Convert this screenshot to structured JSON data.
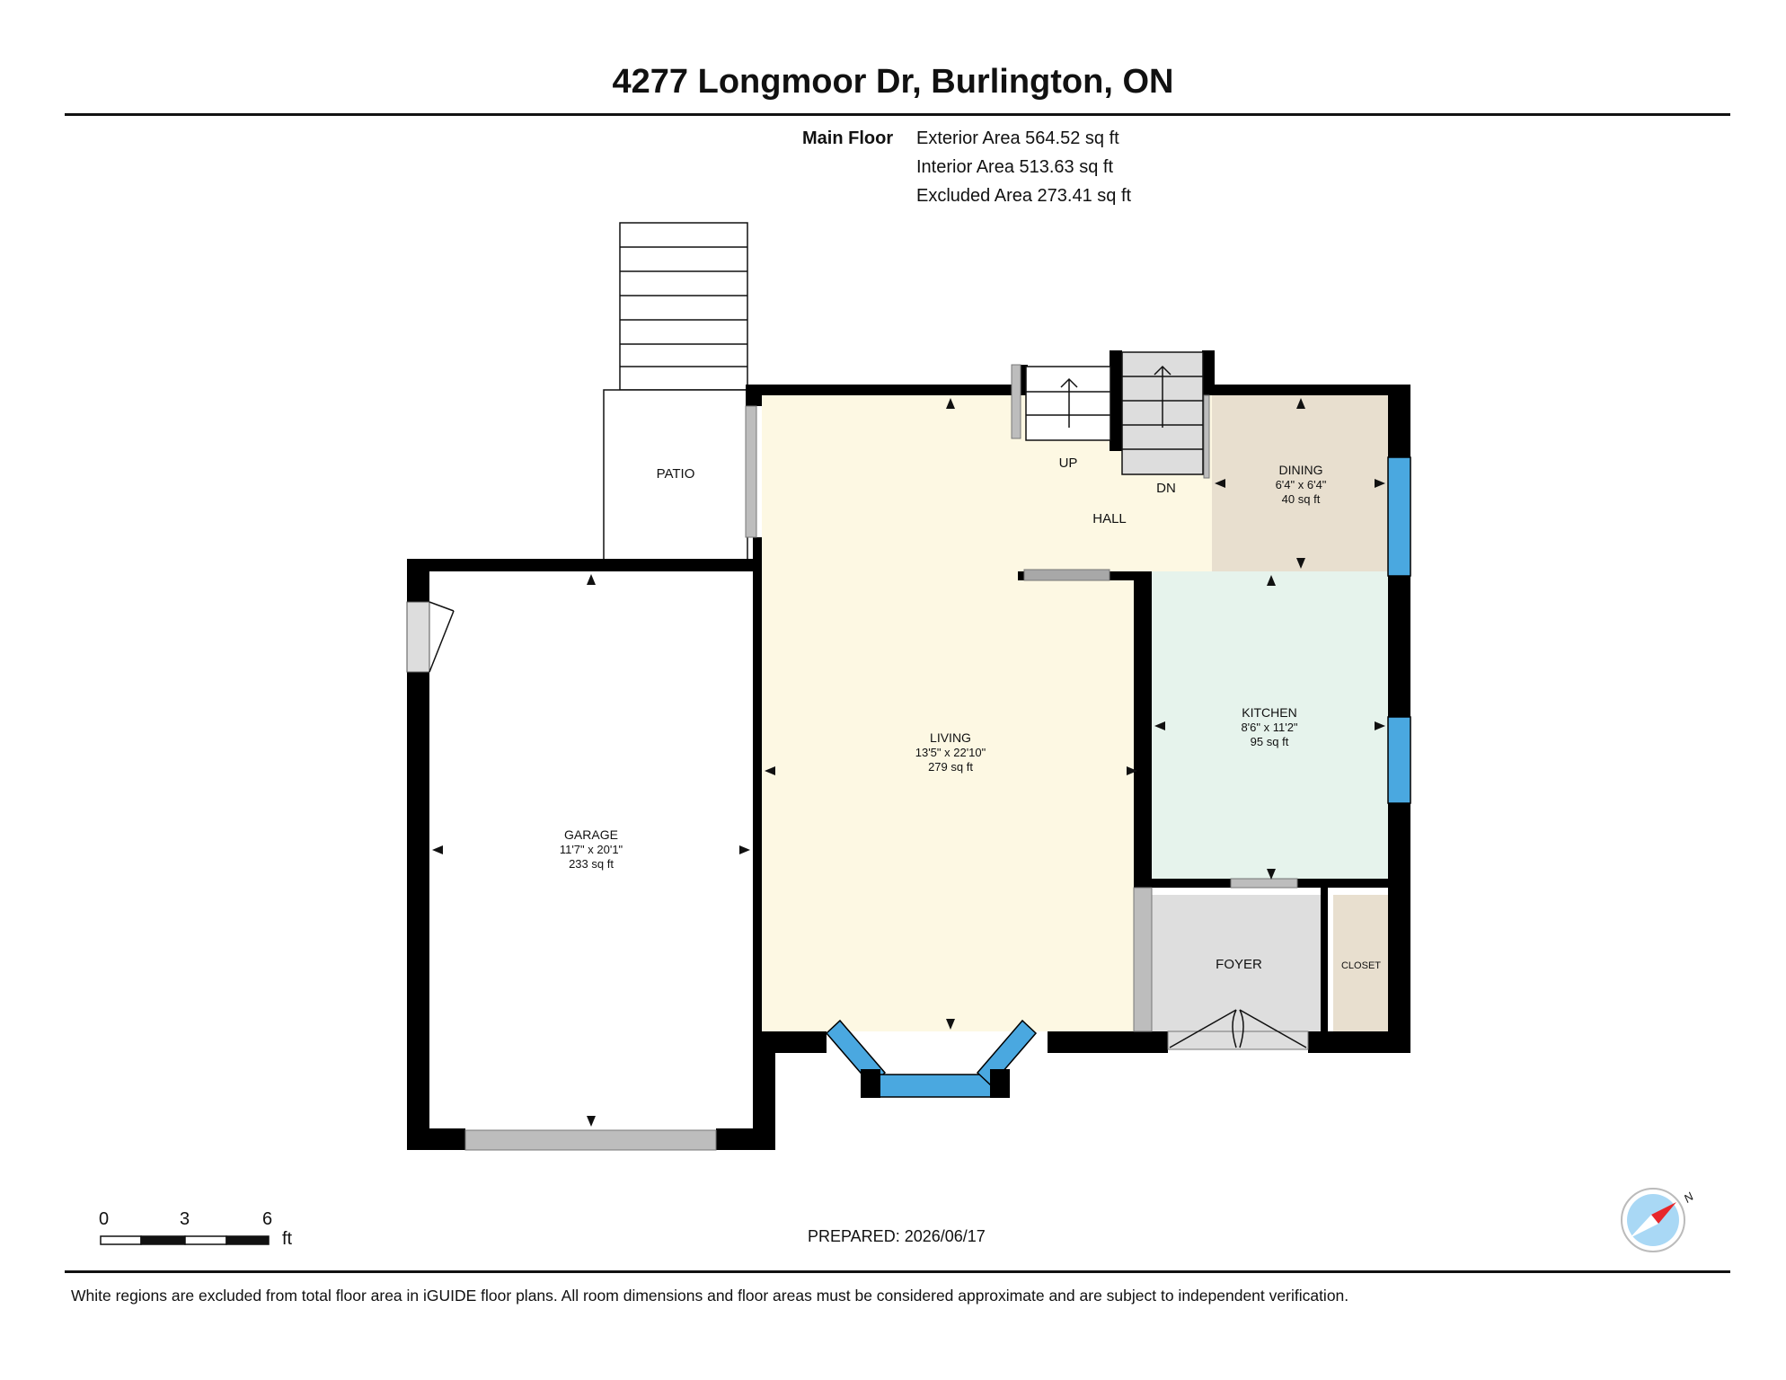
{
  "header": {
    "title": "4277 Longmoor Dr, Burlington, ON"
  },
  "summary": {
    "floor_label": "Main Floor",
    "exterior_area": "Exterior Area 564.52 sq ft",
    "interior_area": "Interior Area 513.63 sq ft",
    "excluded_area": "Excluded Area 273.41 sq ft"
  },
  "rooms": {
    "patio": {
      "name": "PATIO"
    },
    "hall": {
      "name": "HALL"
    },
    "up": {
      "name": "UP"
    },
    "dn": {
      "name": "DN"
    },
    "dining": {
      "name": "DINING",
      "dims": "6'4\" x 6'4\"",
      "area": "40 sq ft"
    },
    "living": {
      "name": "LIVING",
      "dims": "13'5\" x 22'10\"",
      "area": "279 sq ft"
    },
    "kitchen": {
      "name": "KITCHEN",
      "dims": "8'6\" x 11'2\"",
      "area": "95 sq ft"
    },
    "garage": {
      "name": "GARAGE",
      "dims": "11'7\" x 20'1\"",
      "area": "233 sq ft"
    },
    "foyer": {
      "name": "FOYER"
    },
    "closet": {
      "name": "CLOSET"
    }
  },
  "scale": {
    "ticks": [
      "0",
      "3",
      "6"
    ],
    "unit": "ft"
  },
  "compass": {
    "label": "N"
  },
  "footer": {
    "prepared": "PREPARED: 2026/06/17",
    "disclaimer": "White regions are excluded from total floor area in iGUIDE floor plans. All room dimensions and floor areas must be considered approximate and are subject to independent verification."
  },
  "colors": {
    "living": "#fdf8e3",
    "dining": "#e8dfcf",
    "kitchen": "#e6f3ec",
    "foyer": "#dedede",
    "closet": "#e8dfcf",
    "wall": "#000000",
    "window": "#4aa8e0",
    "door": "#bdbdbd",
    "compass_arrow": "#e8262a"
  }
}
